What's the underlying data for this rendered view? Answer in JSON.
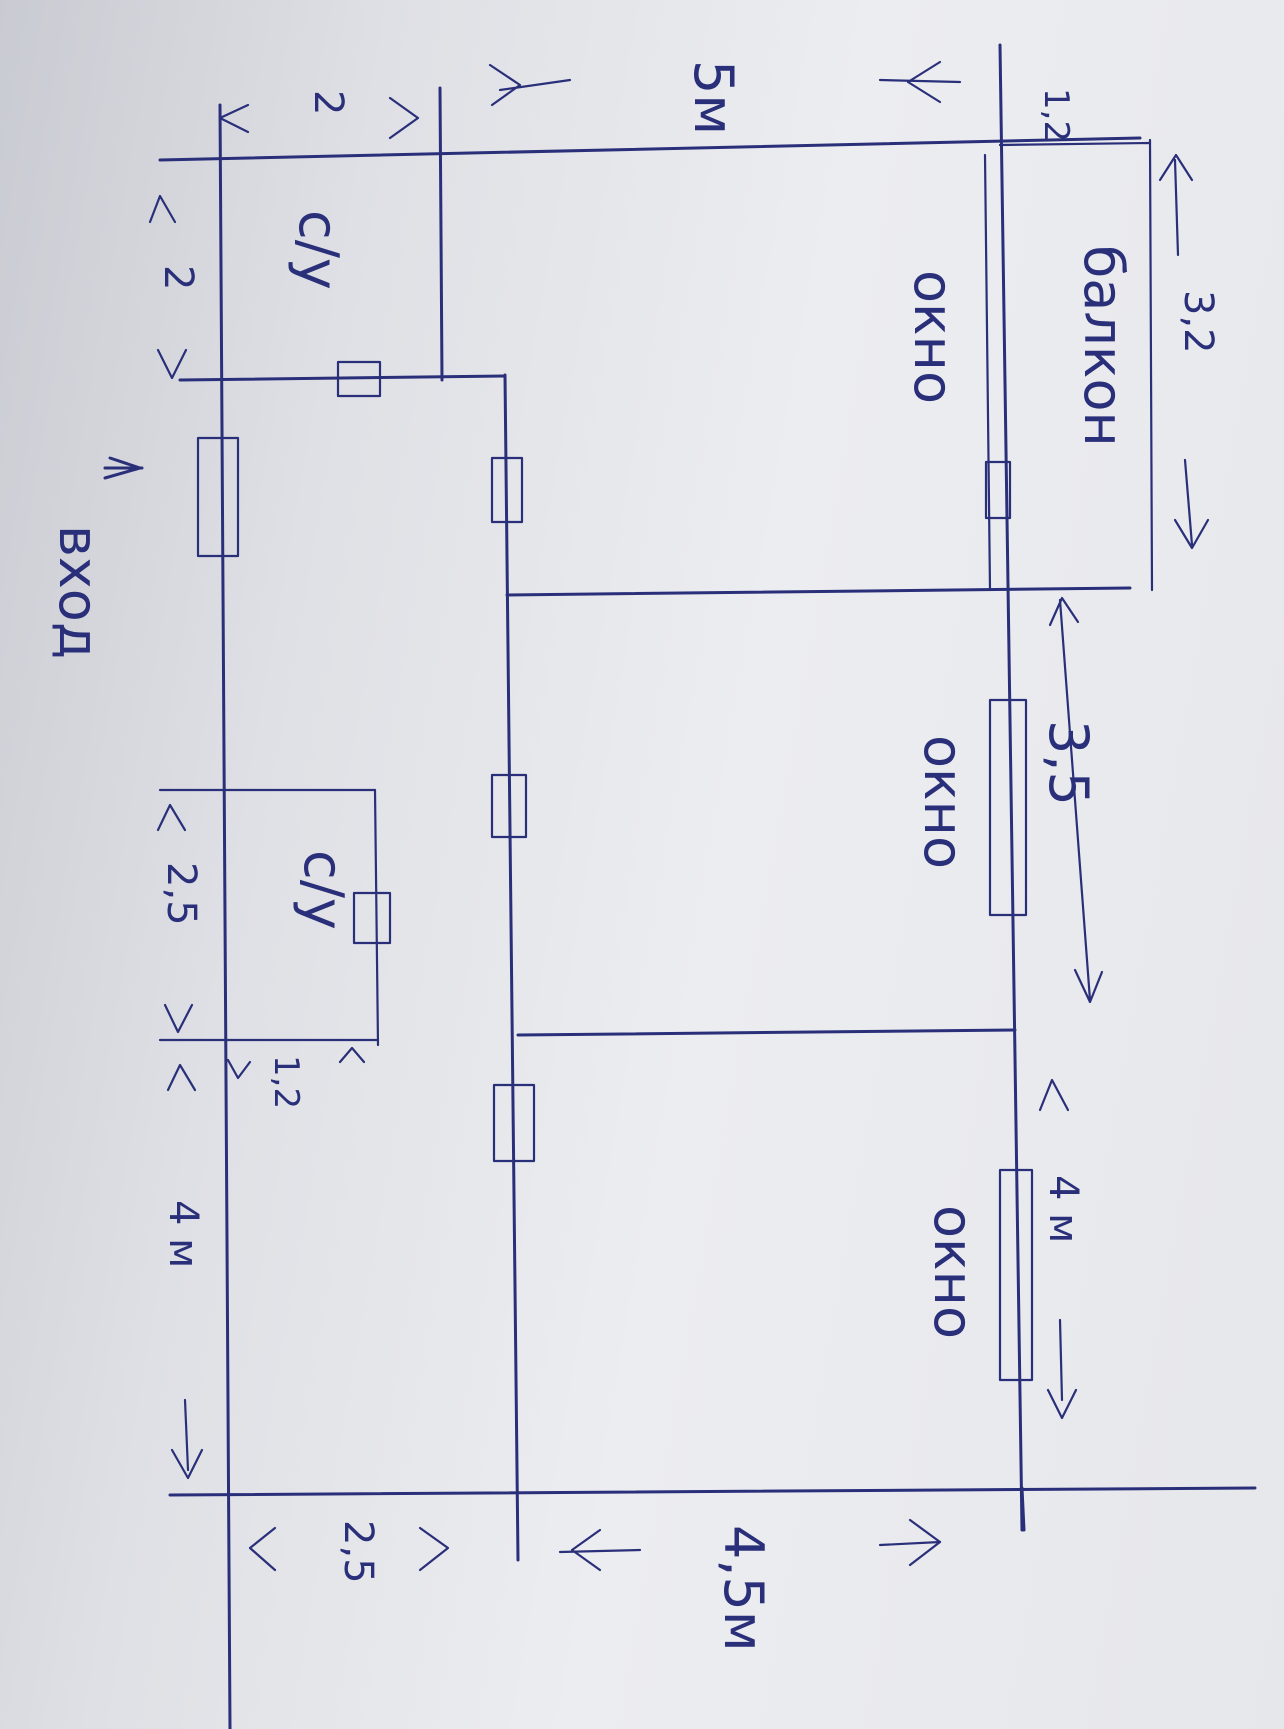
{
  "labels": {
    "balcony": "балкон",
    "window_top": "окно",
    "window_middle": "окно",
    "window_bottom": "окно",
    "bathroom_top": "с/у",
    "bathroom_bottom": "с/у",
    "entrance": "вход"
  },
  "dimensions": {
    "balcony_length": "3,2",
    "room_middle_length": "3,5",
    "room_bottom_length_right": "4 м",
    "room_bottom_length_left": "4 м",
    "bathroom_top_length": "2",
    "bathroom_bottom_length": "2,5",
    "bathroom_bottom_offset": "1,2",
    "balcony_depth": "1,2",
    "corridor_width": "2",
    "total_width_top": "5м",
    "total_width_bottom": "4,5м",
    "bottom_left_width": "2,5"
  },
  "colors": {
    "ink": "#2a2f7a",
    "paper": "#e4e5e9"
  }
}
